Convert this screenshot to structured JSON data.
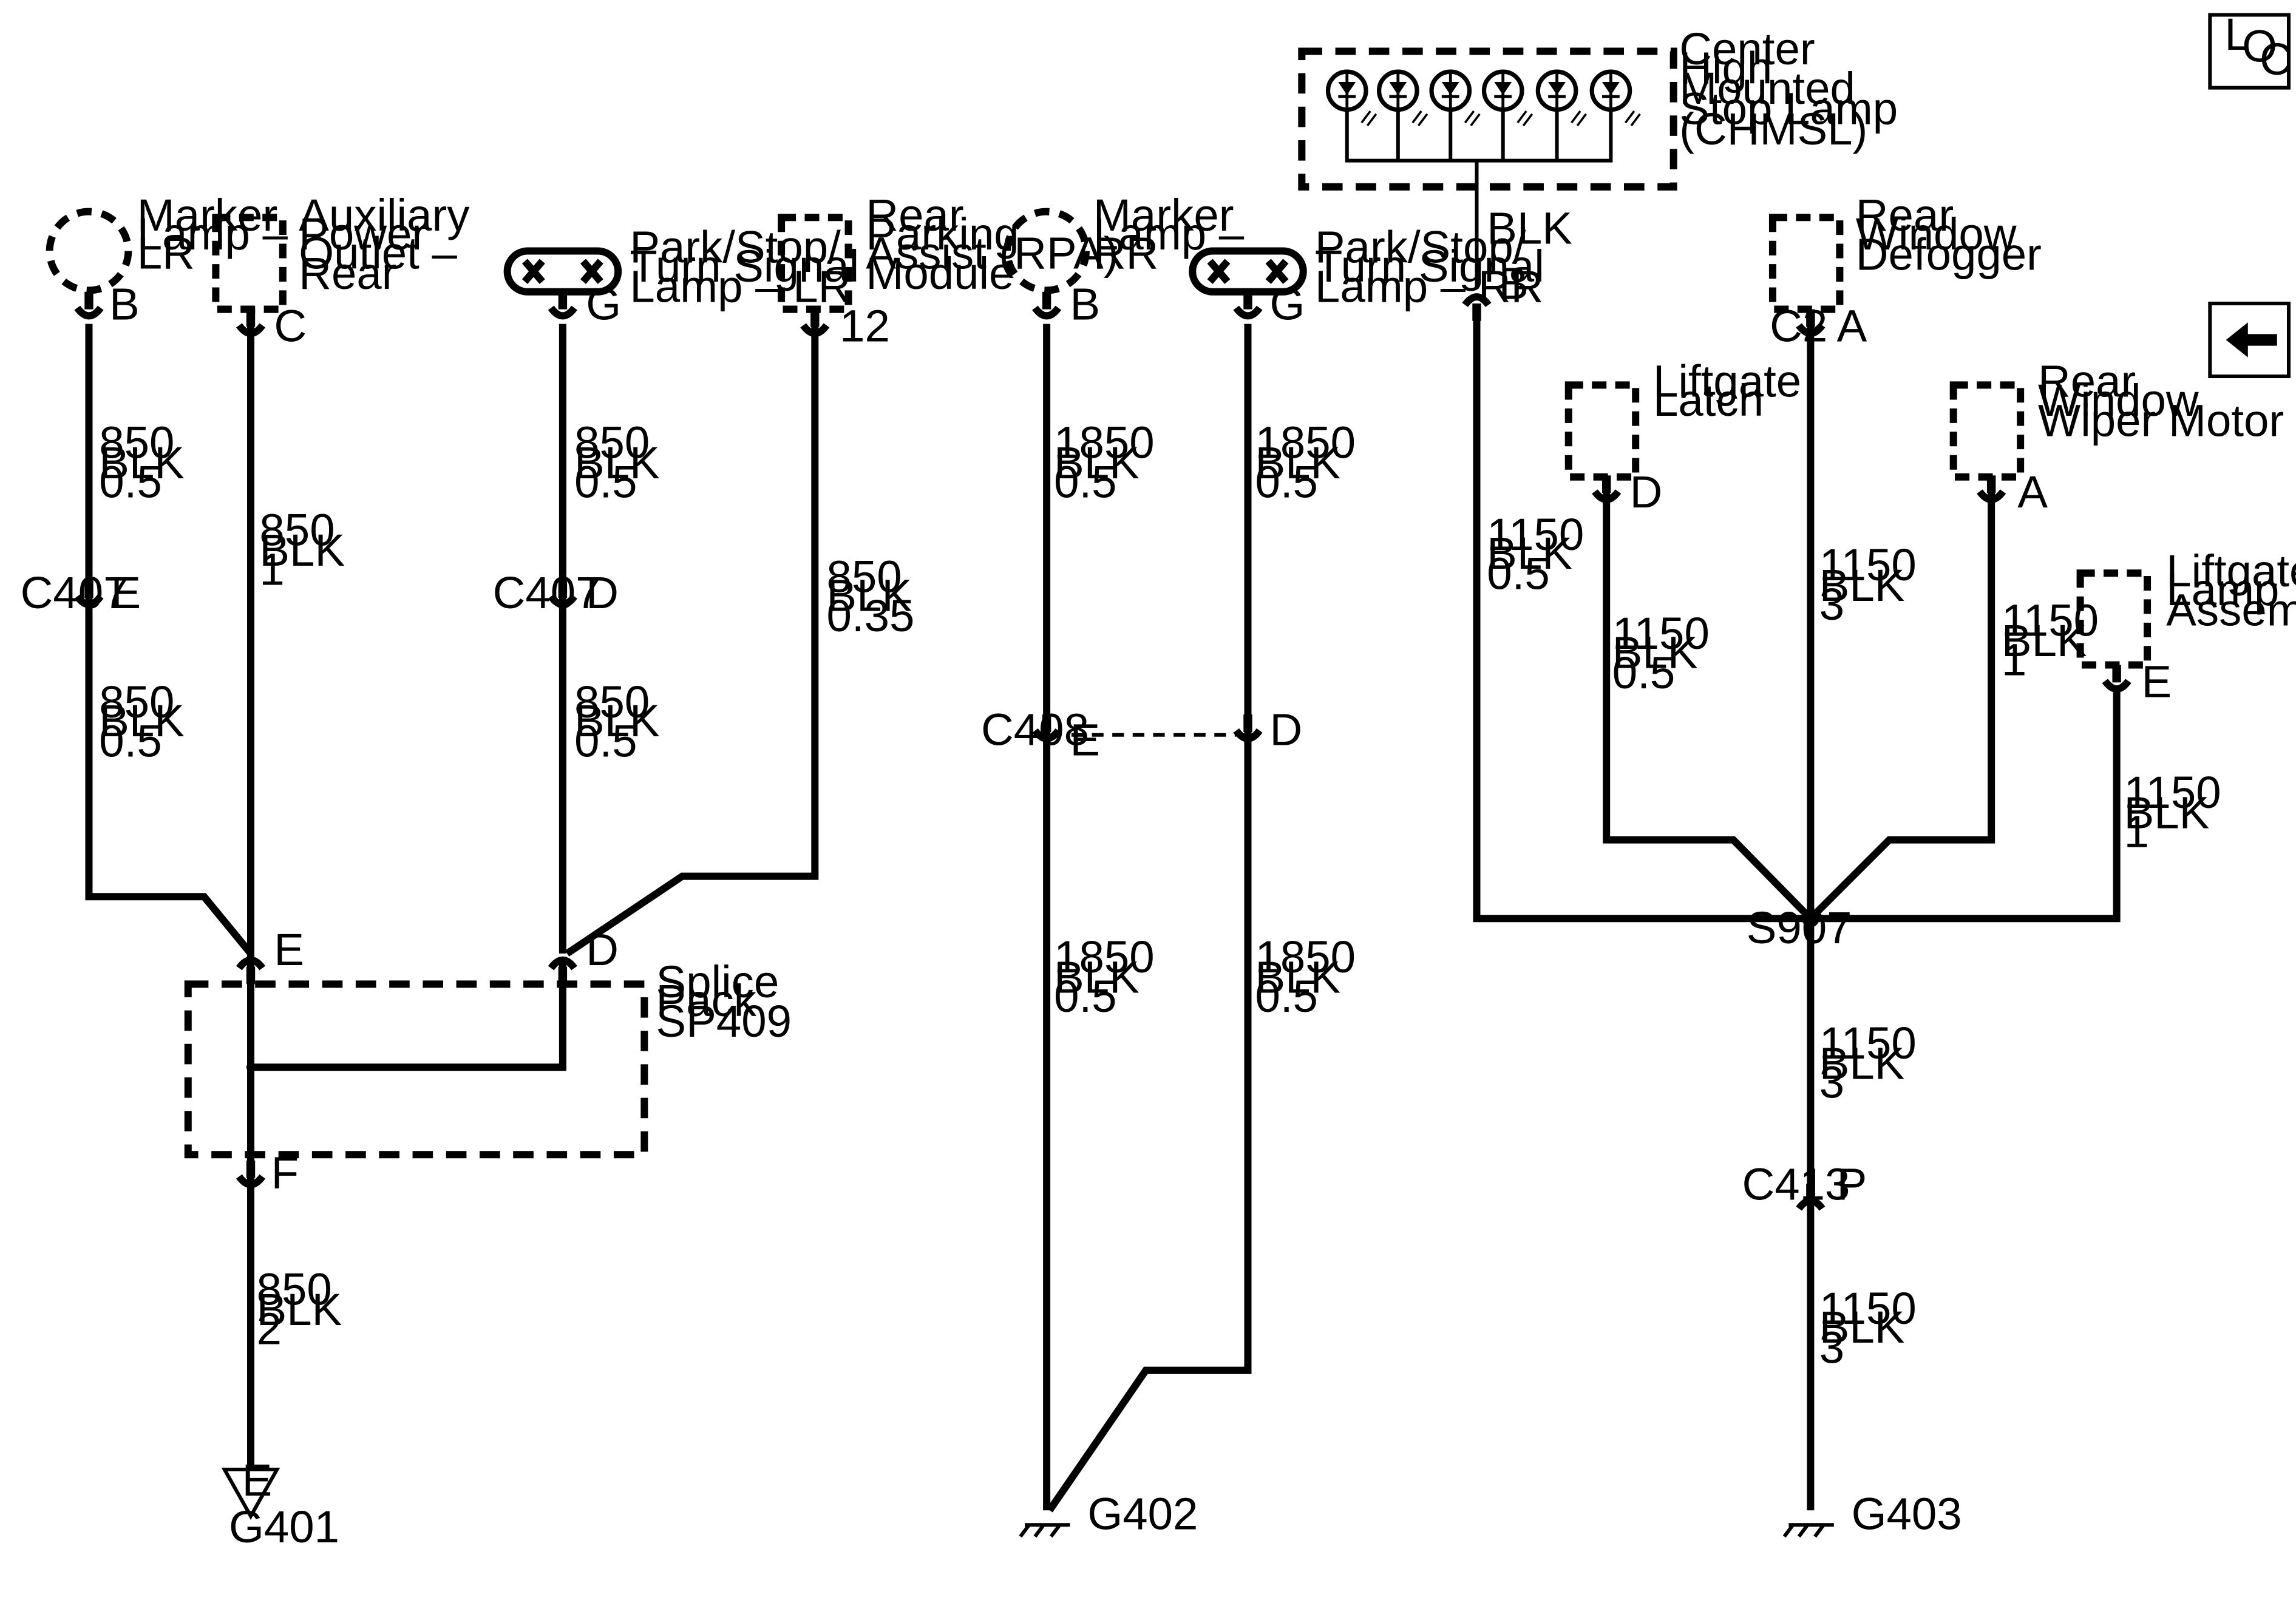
{
  "loc_label": {
    "l": "L",
    "o": "O",
    "c": "C"
  },
  "components": {
    "marker_lr": [
      "Marker",
      "Lamp –",
      "LR"
    ],
    "aux_outlet": [
      "Auxiliary",
      "Power",
      "Outlet –",
      "Rear"
    ],
    "park_lr": [
      "Park/Stop/",
      "Turn Signal",
      "Lamp – LR"
    ],
    "rpa": [
      "Rear",
      "Parking",
      "Assist (RPA)",
      "Module"
    ],
    "marker_rr": [
      "Marker",
      "Lamp –",
      "RR"
    ],
    "park_rr": [
      "Park/Stop/",
      "Turn Signal",
      "Lamp – RR"
    ],
    "chmsl": [
      "Center",
      "High",
      "Mounted",
      "Stop Lamp",
      "(CHMSL)"
    ],
    "defogger": [
      "Rear",
      "Window",
      "Defogger"
    ],
    "liftgate_latch": [
      "Liftgate",
      "Latch"
    ],
    "wiper_motor": [
      "Rear",
      "Window",
      "Wiper Motor"
    ],
    "liftgate_lamp": [
      "Liftgate",
      "Lamp",
      "Assembly"
    ],
    "splice_pack": [
      "Splice",
      "Pack",
      "SP409"
    ]
  },
  "pins": {
    "marker_lr": "B",
    "aux": "C",
    "park_lr": "G",
    "rpa": "12",
    "c407_e": "E",
    "c407_d": "D",
    "sp_e": "E",
    "sp_d": "D",
    "sp_f": "F",
    "marker_rr": "B",
    "park_rr": "G",
    "c408_e": "E",
    "c408_d": "D",
    "chmsl": "B",
    "defog_c2": "C2",
    "defog": "A",
    "latch": "D",
    "wiper": "A",
    "lamp": "E",
    "c413": "P"
  },
  "connectors": {
    "c407a": "C407",
    "c407b": "C407",
    "c408": "C408",
    "c413": "C413"
  },
  "splices": {
    "s907": "S907"
  },
  "grounds": {
    "g401": "G401",
    "g401_letter": "E",
    "g402": "G402",
    "g403": "G403"
  },
  "wires": {
    "w1": [
      "850",
      "BLK",
      "0.5"
    ],
    "w2": [
      "850",
      "BLK",
      "0.5"
    ],
    "w3": [
      "850",
      "BLK",
      "1"
    ],
    "w4": [
      "850",
      "BLK",
      "0.5"
    ],
    "w5": [
      "850",
      "BLK",
      "0.5"
    ],
    "w6": [
      "850",
      "BLK",
      "0.35"
    ],
    "w7": [
      "850",
      "BLK",
      "2"
    ],
    "w8": [
      "1850",
      "BLK",
      "0.5"
    ],
    "w9": [
      "1850",
      "BLK",
      "0.5"
    ],
    "w10": [
      "1850",
      "BLK",
      "0.5"
    ],
    "w11": [
      "1850",
      "BLK",
      "0.5"
    ],
    "w12": [
      "BLK"
    ],
    "w13": [
      "1150",
      "BLK",
      "0.5"
    ],
    "w14": [
      "1150",
      "BLK",
      "0.5"
    ],
    "w15": [
      "1150",
      "BLK",
      "3"
    ],
    "w16": [
      "1150",
      "BLK",
      "1"
    ],
    "w17": [
      "1150",
      "BLK",
      "1"
    ],
    "w18": [
      "1150",
      "BLK",
      "3"
    ],
    "w19": [
      "1150",
      "BLK",
      "3"
    ]
  },
  "icons": {
    "nav": "arrow-left-icon",
    "legend": "loc-icon"
  }
}
